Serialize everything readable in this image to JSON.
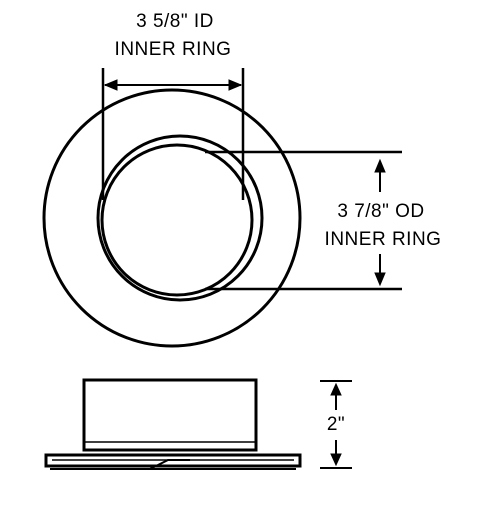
{
  "labels": {
    "id_value": "3 5/8\" ID",
    "id_name": "INNER RING",
    "od_value": "3 7/8\" OD",
    "od_name": "INNER RING",
    "height_value": "2\""
  },
  "colors": {
    "ink": "#000000",
    "paper": "#ffffff"
  }
}
